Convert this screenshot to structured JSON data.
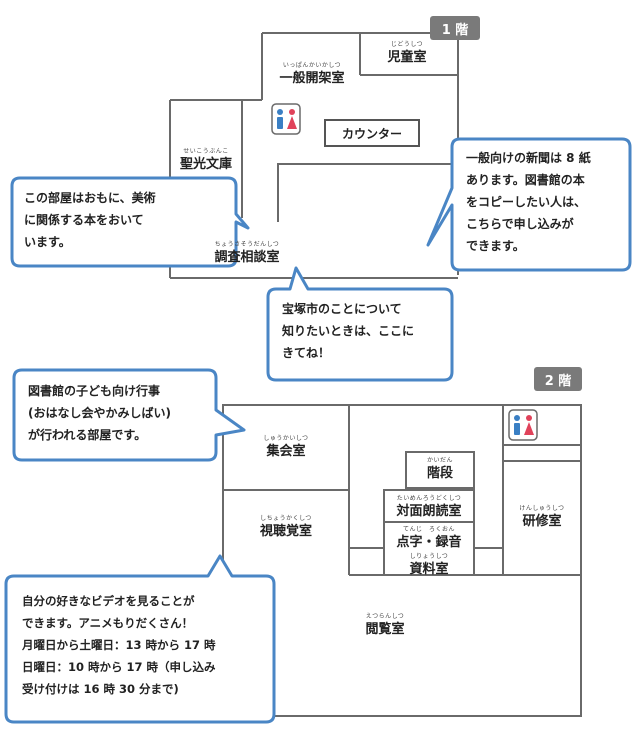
{
  "floor1": {
    "badge": "1 階",
    "rooms": {
      "general": {
        "ruby": "いっぱんかいかしつ",
        "name": "一般開架室"
      },
      "children": {
        "ruby": "じどうしつ",
        "name": "児童室"
      },
      "seiko": {
        "ruby": "せいこうぶんこ",
        "name": "聖光文庫"
      },
      "counter": {
        "name": "カウンター"
      },
      "consult": {
        "ruby": "ちょうさそうだんしつ",
        "name": "調査相談室"
      }
    },
    "bubbles": {
      "seiko_note": "この部屋はおもに、美術\nに関係する本をおいて\nいます。",
      "newspaper_note": "一般向けの新聞は 8 紙\nあります。図書館の本\nをコピーしたい人は、\nこちらで申し込みが\nできます。",
      "consult_note": "宝塚市のことについて\n知りたいときは、ここに\nきてね！"
    }
  },
  "floor2": {
    "badge": "2 階",
    "rooms": {
      "meeting": {
        "ruby": "しゅうかいしつ",
        "name": "集会室"
      },
      "stairs": {
        "ruby": "かいだん",
        "name": "階段"
      },
      "reading_aloud": {
        "ruby": "たいめんろうどくしつ",
        "name": "対面朗読室"
      },
      "braille": {
        "ruby": "てんじ　ろくおん",
        "name": "点字・録音"
      },
      "materials": {
        "ruby": "しりょうしつ",
        "name": "資料室"
      },
      "training": {
        "ruby": "けんしゅうしつ",
        "name": "研修室"
      },
      "av": {
        "ruby": "しちょうかくしつ",
        "name": "視聴覚室"
      },
      "reading": {
        "ruby": "えつらんしつ",
        "name": "閲覧室"
      }
    },
    "bubbles": {
      "events_note": "図書館の子ども向け行事\n(おはなし会やかみしばい)\nが行われる部屋です。",
      "av_note": "自分の好きなビデオを見ることが\nできます。アニメもりだくさん！\n月曜日から土曜日：13 時から 17 時\n日曜日：10 時から 17 時（申し込み\n受け付けは 16 時 30 分まで)"
    }
  },
  "colors": {
    "bubble_border": "#4a86c5",
    "wall": "#6a6a6a",
    "badge": "#7a7a7a",
    "male_icon": "#3a7fc4",
    "female_icon": "#e0425a"
  },
  "icons": {
    "restroom": "restroom-icon"
  }
}
